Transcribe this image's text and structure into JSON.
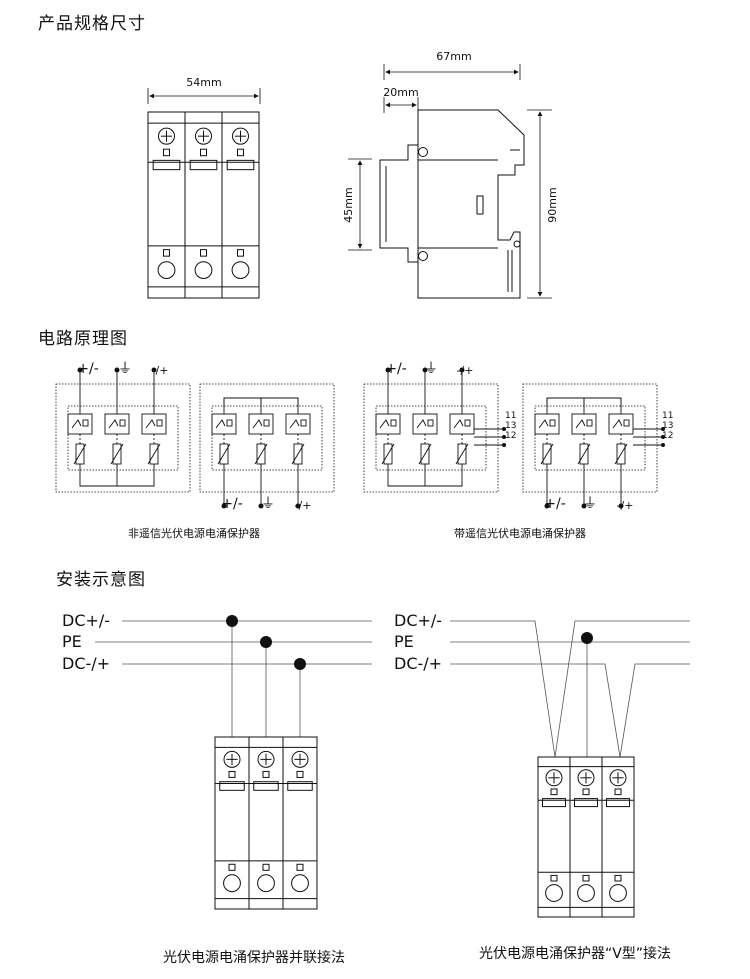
{
  "sections": {
    "spec_title": "产品规格尺寸",
    "circuit_title": "电路原理图",
    "install_title": "安装示意图"
  },
  "dimensions": {
    "front_width": "54mm",
    "side_depth": "67mm",
    "step_depth": "20mm",
    "body_height": "45mm",
    "total_height": "90mm"
  },
  "circuit": {
    "plus_minus": "+/-",
    "minus_plus": "-/+",
    "ground_symbol": "⏚",
    "terminals": [
      "11",
      "13",
      "12"
    ],
    "caption_no_remote": "非遥信光伏电源电涌保护器",
    "caption_remote": "带遥信光伏电源电涌保护器"
  },
  "install": {
    "bus_labels": [
      "DC+/-",
      "PE",
      "DC-/+"
    ],
    "caption_parallel": "光伏电源电涌保护器并联接法",
    "caption_v": "光伏电源电涌保护器“V型”接法"
  }
}
